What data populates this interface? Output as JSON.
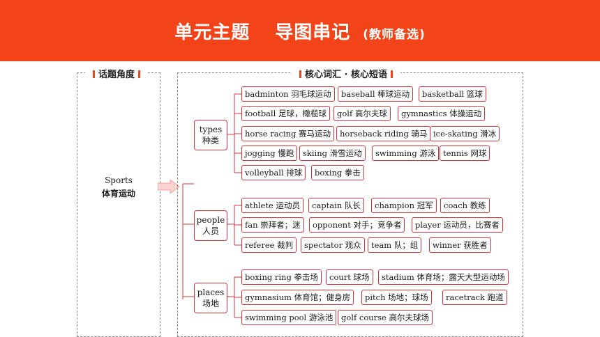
{
  "header": {
    "title_part1": "单元主题",
    "title_part2": "导图串记",
    "subtitle": "(教师备选)"
  },
  "left_panel": {
    "title": "话题角度",
    "topic_en": "Sports",
    "topic_zh": "体育运动"
  },
  "right_panel": {
    "title_part1": "核心词汇",
    "title_separator": "·",
    "title_part2": "核心短语"
  },
  "categories": [
    {
      "en": "types",
      "zh": "种类"
    },
    {
      "en": "people",
      "zh": "人员"
    },
    {
      "en": "places",
      "zh": "场地"
    }
  ],
  "types_rows": [
    [
      "badminton 羽毛球运动",
      "baseball 棒球运动",
      "basketball 篮球"
    ],
    [
      "football 足球，橄榄球",
      "golf 高尔夫球",
      "gymnastics 体操运动"
    ],
    [
      "horse racing  赛马运动",
      "horseback riding  骑马",
      "ice-skating 滑冰"
    ],
    [
      "jogging 慢跑",
      "skiing 滑雪运动",
      "swimming 游泳",
      "tennis 网球"
    ],
    [
      "volleyball 排球",
      "boxing 拳击"
    ]
  ],
  "people_rows": [
    [
      "athlete 运动员",
      "captain 队长",
      "champion 冠军",
      "coach 教练"
    ],
    [
      "fan 崇拜者；迷",
      "opponent 对手；竞争者",
      "player 运动员，比赛者"
    ],
    [
      "referee 裁判",
      "spectator 观众",
      "team 队；组",
      "winner 获胜者"
    ]
  ],
  "places_rows": [
    [
      "boxing ring 拳击场",
      "court 球场",
      "stadium 体育场；露天大型运动场"
    ],
    [
      "gymnasium 体育馆；健身房",
      "pitch 场地；球场",
      "racetrack 跑道"
    ],
    [
      "swimming pool 游泳池",
      "golf course 高尔夫球场"
    ]
  ],
  "colors": {
    "banner": "#f24418",
    "item_border": "#d9303a",
    "tree_line": "#d9303a",
    "arrow": "#f3a29c"
  }
}
